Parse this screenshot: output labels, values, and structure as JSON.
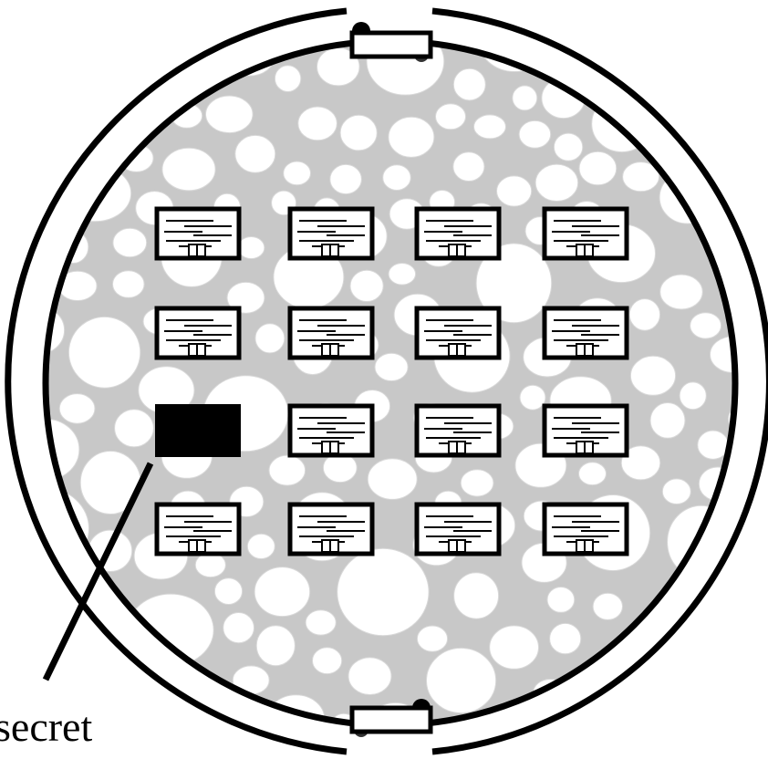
{
  "diagram": {
    "label": "secret",
    "colors": {
      "outline": "#000000",
      "pebble_fill": "#ffffff",
      "gravel_background": "#c8c8c8",
      "secret_cell": "#000000",
      "card_fill": "#ffffff"
    },
    "grid": {
      "rows": 4,
      "columns": 4,
      "secret_cell": {
        "row": 2,
        "column": 0
      }
    }
  }
}
